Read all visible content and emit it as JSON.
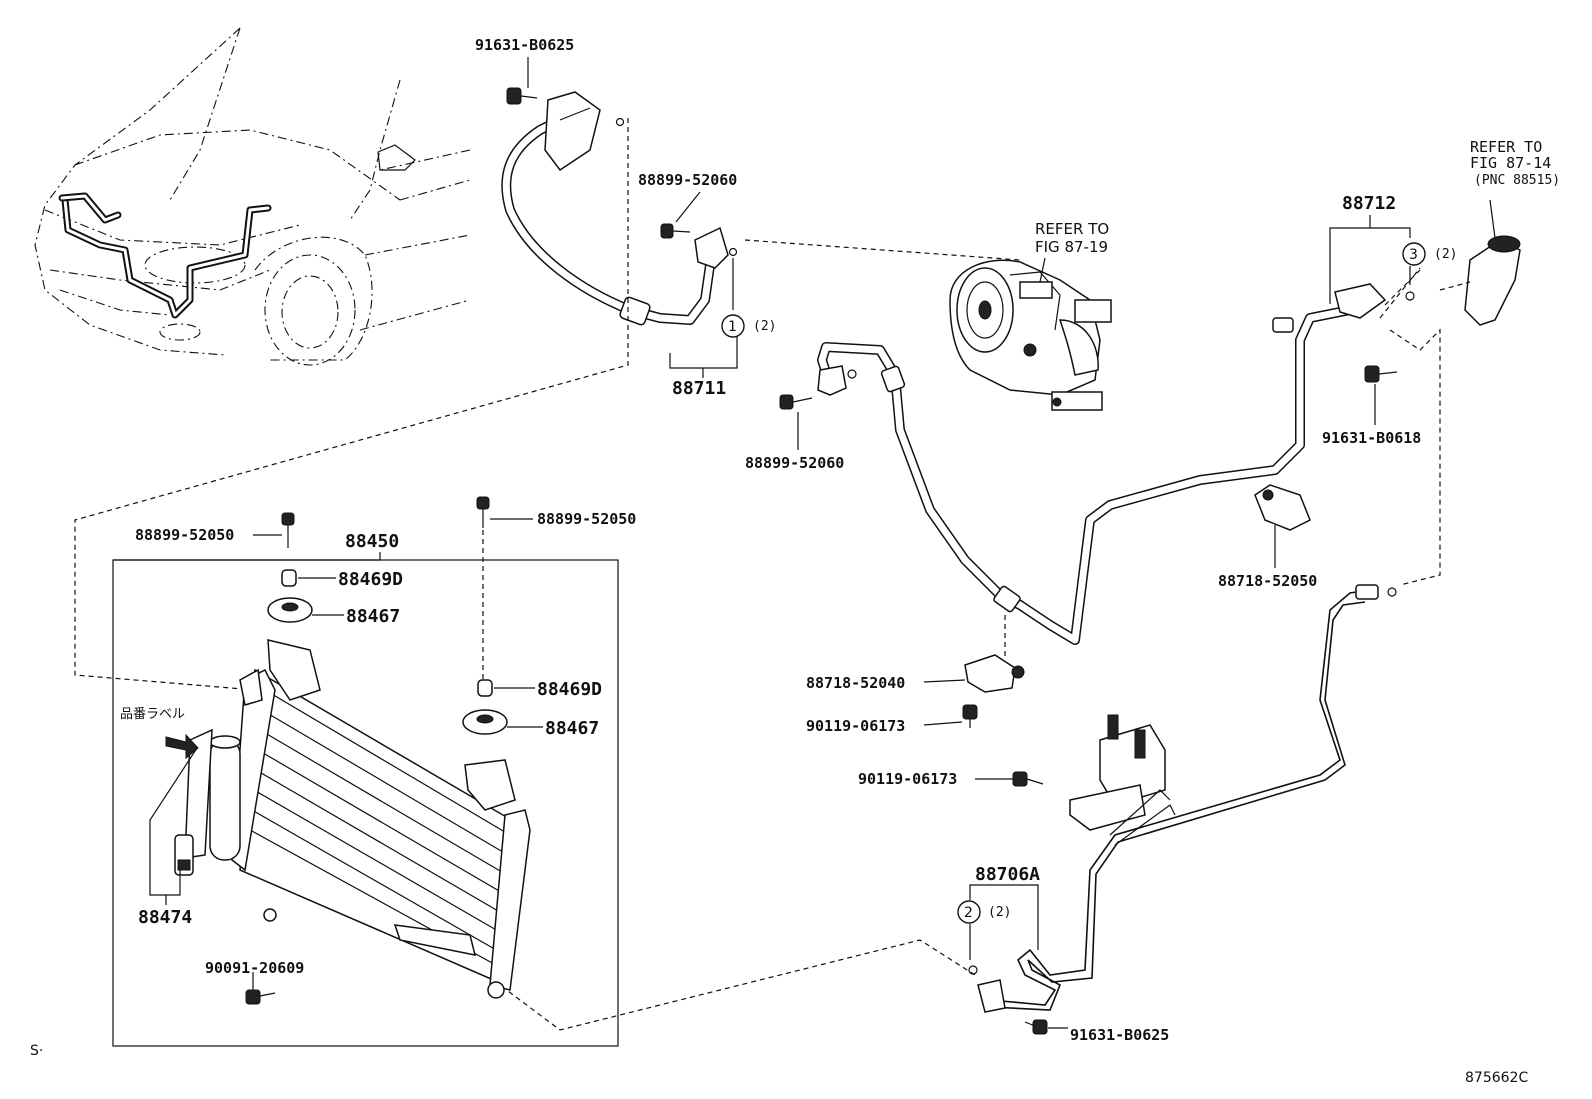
{
  "part_labels": {
    "p91631_B0625_top": "91631-B0625",
    "p88899_52060_a": "88899-52060",
    "p88711": "88711",
    "p88899_52060_b": "88899-52060",
    "p88712": "88712",
    "p91631_B0618": "91631-B0618",
    "p88718_52050": "88718-52050",
    "p88899_52050_a": "88899-52050",
    "p88899_52050_b": "88899-52050",
    "p88450": "88450",
    "p88469D_a": "88469D",
    "p88467_a": "88467",
    "p88469D_b": "88469D",
    "p88467_b": "88467",
    "p88474": "88474",
    "p90091_20609": "90091-20609",
    "p88718_52040": "88718-52040",
    "p90119_06173_a": "90119-06173",
    "p90119_06173_b": "90119-06173",
    "p88706A": "88706A",
    "p91631_B0625_bottom": "91631-B0625"
  },
  "refer_compressor": {
    "line1": "REFER TO",
    "line2": "FIG 87-19"
  },
  "refer_sensor": {
    "line1": "REFER TO",
    "line2": "FIG 87-14",
    "line3": "(PNC 88515)"
  },
  "oring_callouts": [
    {
      "num": "1",
      "qty": "(2)"
    },
    {
      "num": "2",
      "qty": "(2)"
    },
    {
      "num": "3",
      "qty": "(2)"
    }
  ],
  "label_note_jp": "品番ラベル",
  "corner_mark": "S·",
  "figure_id": "875662C"
}
